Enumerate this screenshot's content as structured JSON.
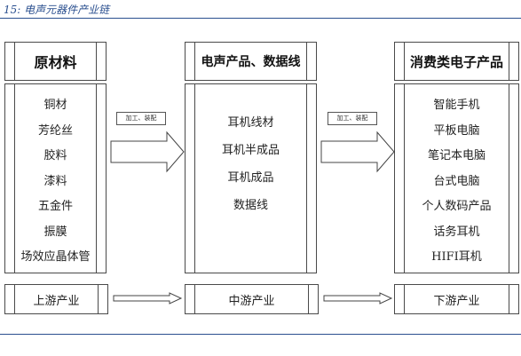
{
  "header": {
    "title": "15:   电声元器件产业链"
  },
  "columns": {
    "upstream": {
      "title": "原材料",
      "items": [
        "铜材",
        "芳纶丝",
        "胶料",
        "漆料",
        "五金件",
        "振膜",
        "场效应晶体管"
      ],
      "stage": "上游产业"
    },
    "midstream": {
      "title": "电声产品、数据线",
      "items": [
        "耳机线材",
        "耳机半成品",
        "耳机成品",
        "数据线"
      ],
      "stage": "中游产业"
    },
    "downstream": {
      "title": "消费类电子产品",
      "items": [
        "智能手机",
        "平板电脑",
        "笔记本电脑",
        "台式电脑",
        "个人数码产品",
        "话务耳机",
        "HIFI耳机"
      ],
      "stage": "下游产业"
    }
  },
  "arrows": {
    "process_label_1": "加工、装配",
    "process_label_2": "加工、装配"
  },
  "colors": {
    "accent": "#2a4f8f",
    "border": "#4a4a4a"
  }
}
